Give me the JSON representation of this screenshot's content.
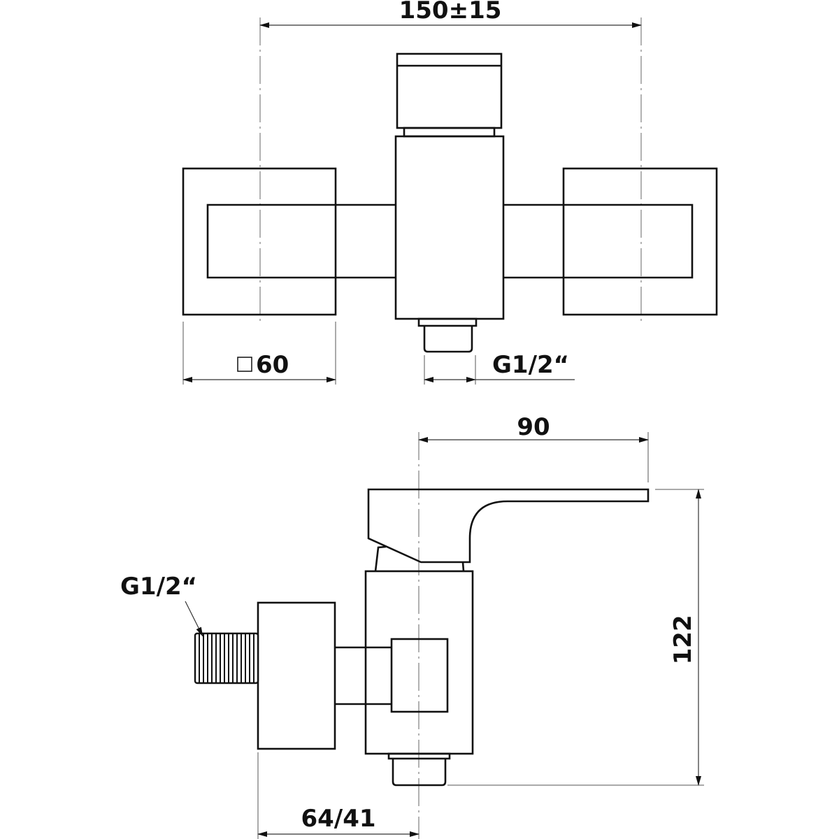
{
  "drawing": {
    "top_view": {
      "overall_width_label": "150±15",
      "flange_size_label": "60",
      "outlet_thread_label": "G1/2“"
    },
    "side_view": {
      "spout_depth_label": "90",
      "height_label": "122",
      "wall_offset_label": "64/41",
      "inlet_thread_label": "G1/2“"
    },
    "colors": {
      "line": "#111111",
      "background": "#ffffff"
    }
  }
}
